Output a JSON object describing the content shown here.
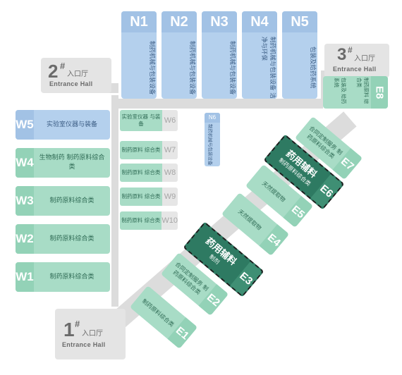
{
  "halls": {
    "h1": {
      "num": "1",
      "mark": "#",
      "zh": "入口厅",
      "en": "Entrance Hall"
    },
    "h2": {
      "num": "2",
      "mark": "#",
      "zh": "入口厅",
      "en": "Entrance Hall"
    },
    "h3": {
      "num": "3",
      "mark": "#",
      "zh": "入口厅",
      "en": "Entrance Hall"
    }
  },
  "north": [
    {
      "code": "N1",
      "text": "制药机械与包装设备"
    },
    {
      "code": "N2",
      "text": "制药机械与包装设备"
    },
    {
      "code": "N3",
      "text": "制药机械与包装设备"
    },
    {
      "code": "N4",
      "text": "制药机械与包装设备 洁净与环保"
    },
    {
      "code": "N5",
      "text": "包装及给药系统"
    }
  ],
  "west": [
    {
      "code": "W5",
      "text": "实验室仪器与装备"
    },
    {
      "code": "W4",
      "text": "生物制药 制药原料综合类"
    },
    {
      "code": "W3",
      "text": "制药原料综合类"
    },
    {
      "code": "W2",
      "text": "制药原料综合类"
    },
    {
      "code": "W1",
      "text": "制药原料综合类"
    }
  ],
  "small": [
    {
      "code": "W6",
      "text": "实验室仪器 与装备"
    },
    {
      "code": "W7",
      "text": "制药原料 综合类"
    },
    {
      "code": "W8",
      "text": "制药原料 综合类"
    },
    {
      "code": "W9",
      "text": "制药原料 综合类"
    },
    {
      "code": "W10",
      "text": "制药原料 综合类"
    }
  ],
  "n6": {
    "code": "N6",
    "text": "制药机械与包装设备"
  },
  "e8": {
    "code": "E8",
    "text1": "制药原料 综合类",
    "text2": "包装及 给药系统"
  },
  "east": [
    {
      "code": "E1",
      "text": "制药原料综合类",
      "dark": false
    },
    {
      "code": "E2",
      "text": "合同定制服务 制药原料综合类",
      "dark": false
    },
    {
      "code": "E3",
      "title": "药用辅料",
      "sub": "制剂",
      "dark": true
    },
    {
      "code": "E4",
      "text": "天然提取物",
      "dark": false
    },
    {
      "code": "E5",
      "text": "天然提取物",
      "dark": false
    },
    {
      "code": "E6",
      "title": "药用辅料",
      "sub": "制药原料综合类",
      "dark": true
    },
    {
      "code": "E7",
      "text": "合同定制服务 制药原料综合类",
      "dark": false
    }
  ],
  "colors": {
    "green": "#a8dcc6",
    "dark_green": "#2e7a62",
    "blue": "#b4d0ed",
    "corridor": "#dcdcdc"
  }
}
